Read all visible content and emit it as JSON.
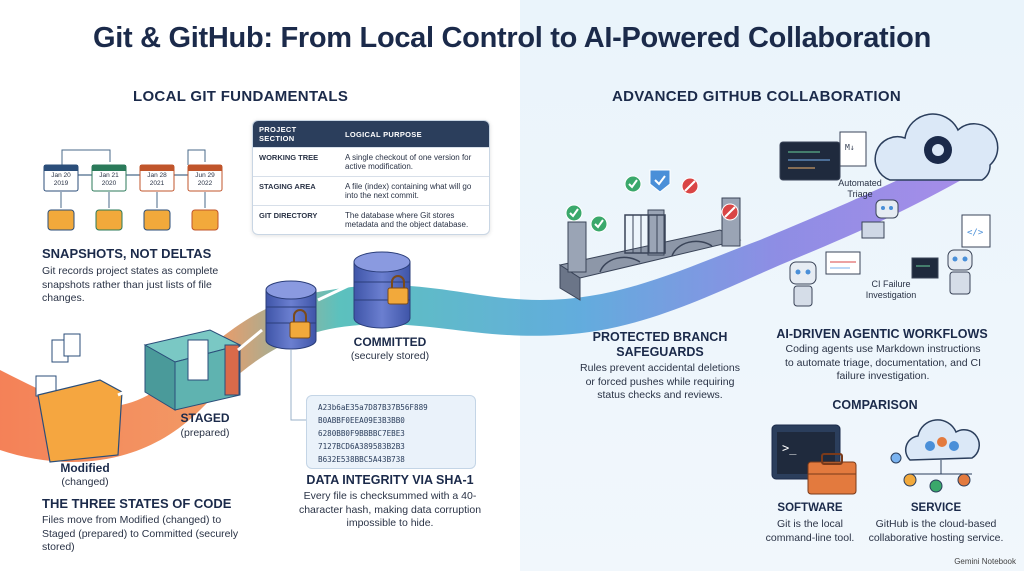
{
  "title": "Git & GitHub: From Local Control to AI-Powered Collaboration",
  "sections": {
    "local": "LOCAL GIT FUNDAMENTALS",
    "advanced": "ADVANCED GITHUB COLLABORATION"
  },
  "timeline": [
    {
      "date": "Jan 20",
      "year": "2019"
    },
    {
      "date": "Jan 21",
      "year": "2020"
    },
    {
      "date": "Jan 28",
      "year": "2021"
    },
    {
      "date": "Jun 29",
      "year": "2022"
    }
  ],
  "snapshots": {
    "heading": "SNAPSHOTS, NOT DELTAS",
    "text": "Git records project states as complete snapshots rather than just lists of file changes."
  },
  "table": {
    "headers": [
      "PROJECT SECTION",
      "LOGICAL PURPOSE"
    ],
    "rows": [
      [
        "WORKING TREE",
        "A single checkout of one version for active modification."
      ],
      [
        "STAGING AREA",
        "A file (index) containing what will go into the next commit."
      ],
      [
        "GIT DIRECTORY",
        "The database where Git stores metadata and the object database."
      ]
    ]
  },
  "states": {
    "modified": "Modified",
    "modified_sub": "(changed)",
    "staged": "STAGED",
    "staged_sub": "(prepared)",
    "committed": "COMMITTED",
    "committed_sub": "(securely stored)"
  },
  "three_states": {
    "heading": "THE THREE STATES OF CODE",
    "text": "Files move from Modified (changed) to Staged (prepared) to Committed (securely stored)"
  },
  "hashes": [
    "A23b6aE35a7D87B37B56F889",
    "B0ABBF0EEA09E3B3BB0",
    "6280BB0F9BBBBC7EBE3",
    "7127BCD6A389583B2B3",
    "B632E538BBC5A43B738"
  ],
  "integrity": {
    "heading": "DATA INTEGRITY VIA SHA-1",
    "text": "Every file is checksummed with a 40-character hash, making data corruption impossible to hide."
  },
  "protected": {
    "heading": "PROTECTED BRANCH SAFEGUARDS",
    "text": "Rules prevent accidental deletions or forced pushes while requiring status checks and reviews."
  },
  "ai_labels": {
    "triage": "Automated Triage",
    "ci": "CI Failure Investigation"
  },
  "agentic": {
    "heading": "AI-DRIVEN AGENTIC WORKFLOWS",
    "text": "Coding agents use Markdown instructions to automate triage, documentation, and CI failure investigation."
  },
  "comparison": {
    "heading": "COMPARISON",
    "software_h": "SOFTWARE",
    "software_t": "Git is the local command-line tool.",
    "service_h": "SERVICE",
    "service_t": "GitHub is the cloud-based collaborative hosting service."
  },
  "footer": "Gemini Notebook",
  "colors": {
    "navy": "#1b2a4a",
    "stream_orange": "#f26b3a",
    "stream_teal": "#3fb6b2",
    "stream_blue": "#4a8fd8",
    "database": "#5b6fc2",
    "lock": "#f2a93b",
    "check": "#3aa86b",
    "block": "#d94545"
  }
}
